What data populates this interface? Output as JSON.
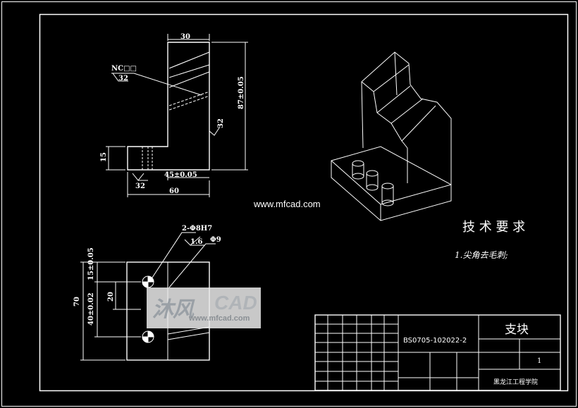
{
  "site_url": "www.mfcad.com",
  "watermark": {
    "brand": "沐风",
    "cad": "CAD",
    "url": "www.mfcad.com"
  },
  "side_view": {
    "dim_top": "30",
    "dim_height": "87±0.05",
    "dim_left_height": "15",
    "dim_inner": "45±0.05",
    "dim_total": "60",
    "nc_label": "NC□□",
    "rough_1": "32",
    "rough_2": "32",
    "rough_3": "32"
  },
  "top_view": {
    "hole_spec": "2-Φ8H7",
    "hole_rough": "1.6",
    "cbore": "Φ9",
    "dim_total": "70",
    "dim_a": "40±0.02",
    "dim_b": "15±0.05",
    "dim_c": "20"
  },
  "requirements": {
    "title": "技 术 要 求",
    "item_1": "1.尖角去毛刺;"
  },
  "title_block": {
    "part_name": "支块",
    "drawing_no": "BS0705-102022-2",
    "school": "黑龙江工程学院",
    "qty": "1"
  }
}
